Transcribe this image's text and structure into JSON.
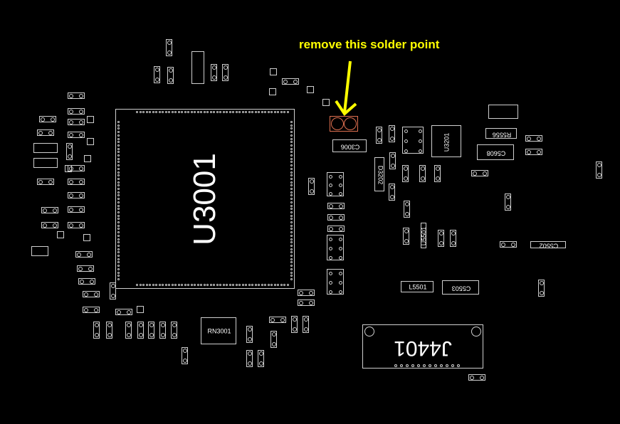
{
  "annotation": {
    "text": "remove this solder point",
    "color": "#ffff00",
    "highlight_color": "#e07050"
  },
  "components": {
    "main_ic": "U3001",
    "connector": "J4401",
    "c3006": "C3006",
    "d3202": "D3202",
    "u3201": "U3201",
    "r5556": "R5556",
    "c5608": "C5608",
    "rn3001": "RN3001",
    "l5501": "L5501",
    "c5503": "C5503",
    "c5502": "C5502",
    "u5501": "U5501"
  }
}
